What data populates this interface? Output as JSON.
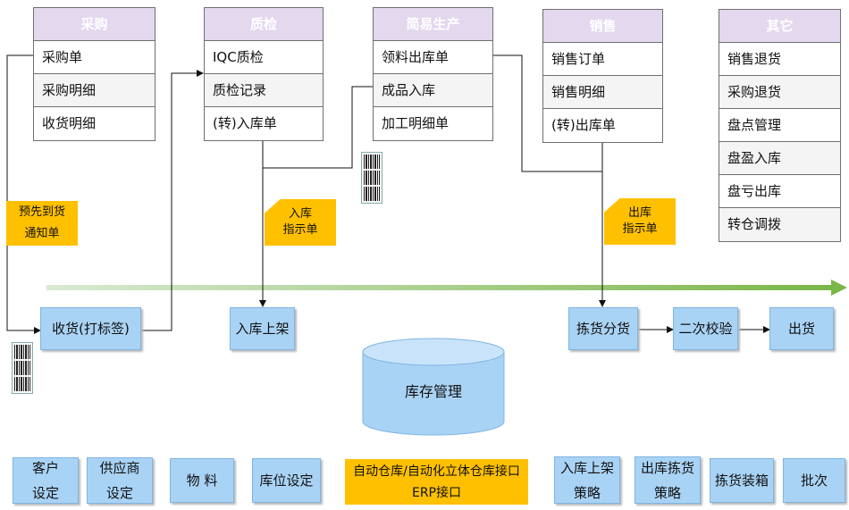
{
  "menus": {
    "purchase": {
      "title": "采购",
      "items": [
        "采购单",
        "采购明细",
        "收货明细"
      ]
    },
    "qc": {
      "title": "质检",
      "items": [
        "IQC质检",
        "质检记录",
        "(转)入库单"
      ]
    },
    "production": {
      "title": "简易生产",
      "items": [
        "领料出库单",
        "成品入库",
        "加工明细单"
      ]
    },
    "sales": {
      "title": "销售",
      "items": [
        "销售订单",
        "销售明细",
        "(转)出库单"
      ]
    },
    "other": {
      "title": "其它",
      "items": [
        "销售退货",
        "采购退货",
        "盘点管理",
        "盘盈入库",
        "盘亏出库",
        "转仓调拨"
      ]
    }
  },
  "notes": {
    "advance_notice": [
      "预先到货",
      "通知单"
    ],
    "inbound_instruction": [
      "入库",
      "指示单"
    ],
    "outbound_instruction": [
      "出库",
      "指示单"
    ]
  },
  "process": {
    "receive": "收货(打标签)",
    "putaway": "入库上架",
    "picking": "拣货分货",
    "recheck": "二次校验",
    "ship": "出货"
  },
  "inventory": "库存管理",
  "bottom": {
    "customer": [
      "客户",
      "设定"
    ],
    "supplier": [
      "供应商",
      "设定"
    ],
    "material": "物 料",
    "location": "库位设定",
    "interface": [
      "自动仓库/自动化立体仓库接口",
      "ERP接口"
    ],
    "inbound_strategy": [
      "入库上架",
      "策略"
    ],
    "outbound_strategy": [
      "出库拣货",
      "策略"
    ],
    "packing": "拣货装箱",
    "batch": "批次"
  },
  "colors": {
    "header": "#e3d8ee",
    "box": "#a9d3f5",
    "note": "#ffc000",
    "timeline": "#7ab648"
  }
}
